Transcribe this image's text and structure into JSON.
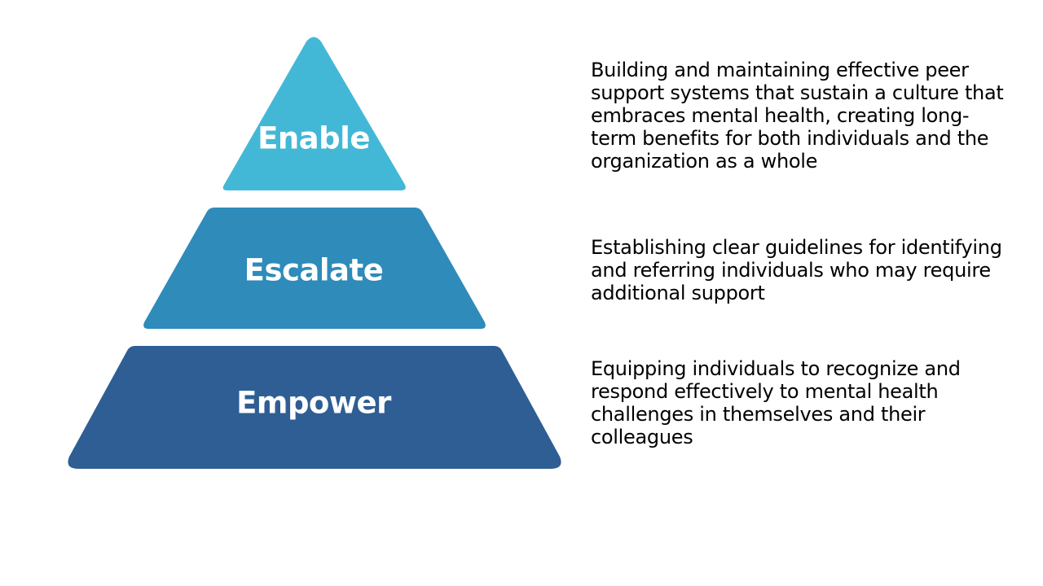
{
  "colors": {
    "top_tier": "#43B8D6",
    "middle_tier": "#2E8BBA",
    "bottom_tier": "#2E5E94",
    "label_text": "#FFFFFF",
    "description_text": "#000000"
  },
  "tiers": [
    {
      "label": "Enable",
      "description": "Building and maintaining effective peer support systems that sustain a culture that embraces mental health, creating long-term benefits for both individuals and the organization as a whole"
    },
    {
      "label": "Escalate",
      "description": "Establishing clear guidelines for identifying and referring individuals who may require additional support"
    },
    {
      "label": "Empower",
      "description": "Equipping individuals to recognize and respond effectively to mental health challenges in themselves and their colleagues"
    }
  ]
}
